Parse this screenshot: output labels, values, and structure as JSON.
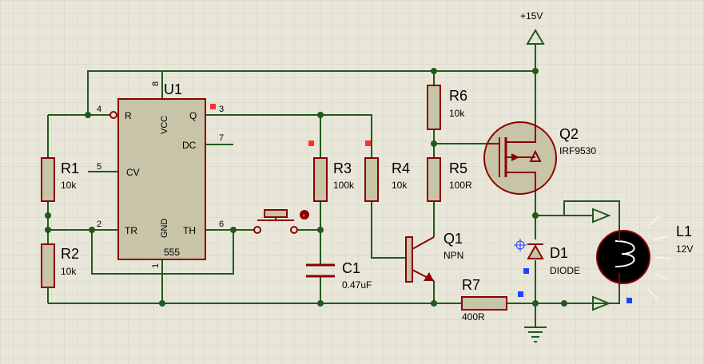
{
  "colors": {
    "background": "#e8e6d8",
    "grid": "#d5d3c4",
    "wire": "#1f5a1f",
    "component": "#8b0000",
    "component_fill": "#c8c4a8",
    "junction": "#1f5a1f",
    "marker_red": "#ff3030",
    "marker_blue": "#2040ff"
  },
  "power": {
    "label": "+15V"
  },
  "u1": {
    "ref": "U1",
    "part": "555",
    "pins": {
      "r": "R",
      "cv": "CV",
      "tr": "TR",
      "vcc": "VCC",
      "gnd": "GND",
      "q": "Q",
      "dc": "DC",
      "th": "TH",
      "n1": "1",
      "n2": "2",
      "n3": "3",
      "n4": "4",
      "n5": "5",
      "n6": "6",
      "n7": "7",
      "n8": "8"
    }
  },
  "components": {
    "r1": {
      "ref": "R1",
      "value": "10k"
    },
    "r2": {
      "ref": "R2",
      "value": "10k"
    },
    "r3": {
      "ref": "R3",
      "value": "100k"
    },
    "r4": {
      "ref": "R4",
      "value": "10k"
    },
    "r5": {
      "ref": "R5",
      "value": "100R"
    },
    "r6": {
      "ref": "R6",
      "value": "10k"
    },
    "r7": {
      "ref": "R7",
      "value": "400R"
    },
    "c1": {
      "ref": "C1",
      "value": "0.47uF"
    },
    "q1": {
      "ref": "Q1",
      "value": "NPN"
    },
    "q2": {
      "ref": "Q2",
      "value": "IRF9530"
    },
    "d1": {
      "ref": "D1",
      "value": "DIODE"
    },
    "l1": {
      "ref": "L1",
      "value": "12V"
    }
  }
}
